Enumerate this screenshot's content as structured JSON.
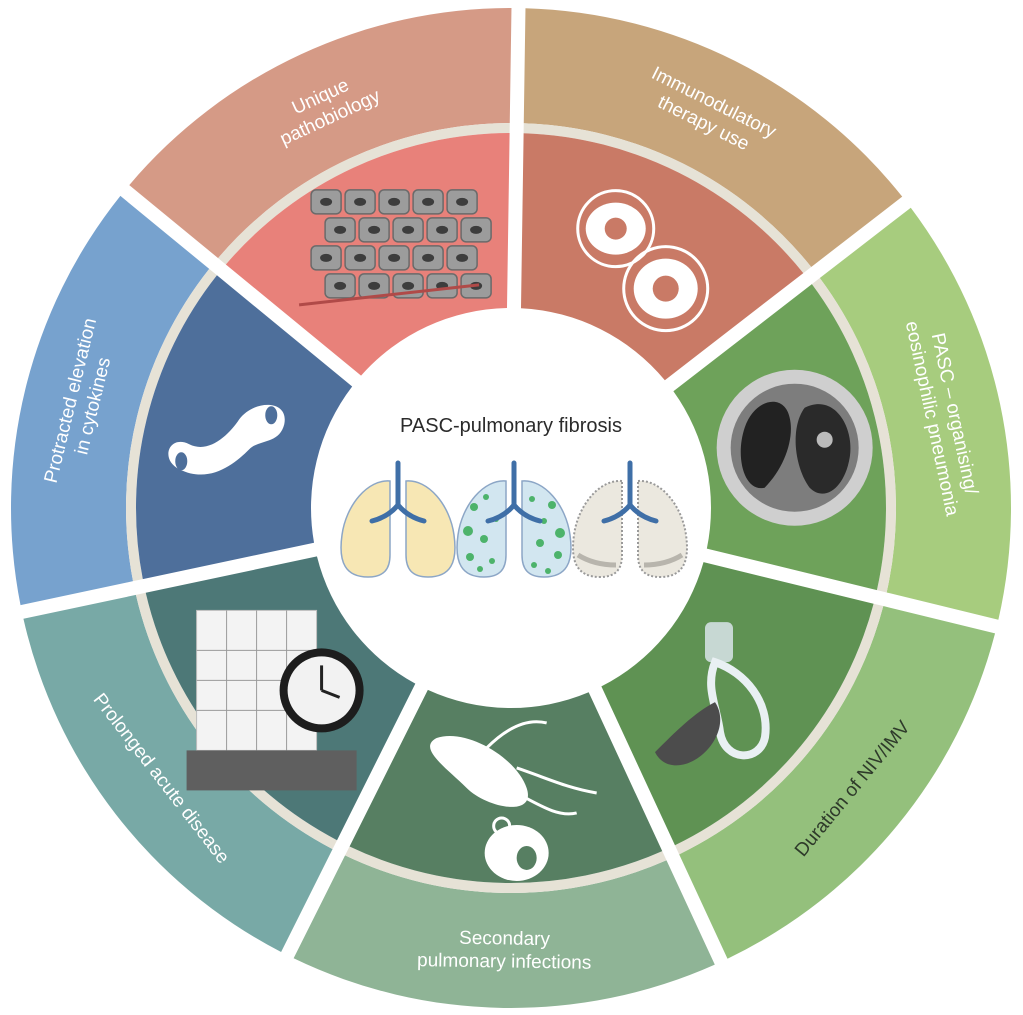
{
  "center": {
    "title": "PASC-pulmonary fibrosis"
  },
  "segments": [
    {
      "id": "cytokines",
      "lines": [
        "Protracted elevation",
        "in cytokines"
      ],
      "outer_color": "#77a2ce",
      "inner_color": "#4e6f9b",
      "icon": "dumbbell-cell-icon"
    },
    {
      "id": "pathobiology",
      "lines": [
        "Unique",
        "pathobiology"
      ],
      "outer_color": "#d59a86",
      "inner_color": "#e8817a",
      "icon": "epithelial-cells-icon"
    },
    {
      "id": "immuno",
      "lines": [
        "Immunodulatory",
        "therapy use"
      ],
      "outer_color": "#c7a57b",
      "inner_color": "#c97a66",
      "icon": "cell-pair-icon"
    },
    {
      "id": "pneumonia",
      "lines": [
        "PASC – organising/",
        "eosinophilic pneumonia"
      ],
      "outer_color": "#a7cc7e",
      "inner_color": "#6ea25a",
      "icon": "ct-scan-icon"
    },
    {
      "id": "niv",
      "lines": [
        "Duration of NIV/IMV"
      ],
      "outer_color": "#94c07c",
      "inner_color": "#5f9253",
      "icon": "oxygen-mask-icon"
    },
    {
      "id": "infections",
      "lines": [
        "Secondary",
        "pulmonary infections"
      ],
      "outer_color": "#8fb496",
      "inner_color": "#577f62",
      "icon": "bacterium-icon"
    },
    {
      "id": "prolonged",
      "lines": [
        "Prolonged acute disease"
      ],
      "outer_color": "#78a9a6",
      "inner_color": "#4d7877",
      "icon": "calendar-clock-icon"
    }
  ],
  "colors": {
    "ring_separator": "#e6e2d6",
    "lung_healthy": "#f7e7b4",
    "lung_infected": "#d2e6f0",
    "lung_fibrotic": "#ebe8df",
    "airway": "#3f6fa7",
    "infection_dot": "#4db36b"
  }
}
